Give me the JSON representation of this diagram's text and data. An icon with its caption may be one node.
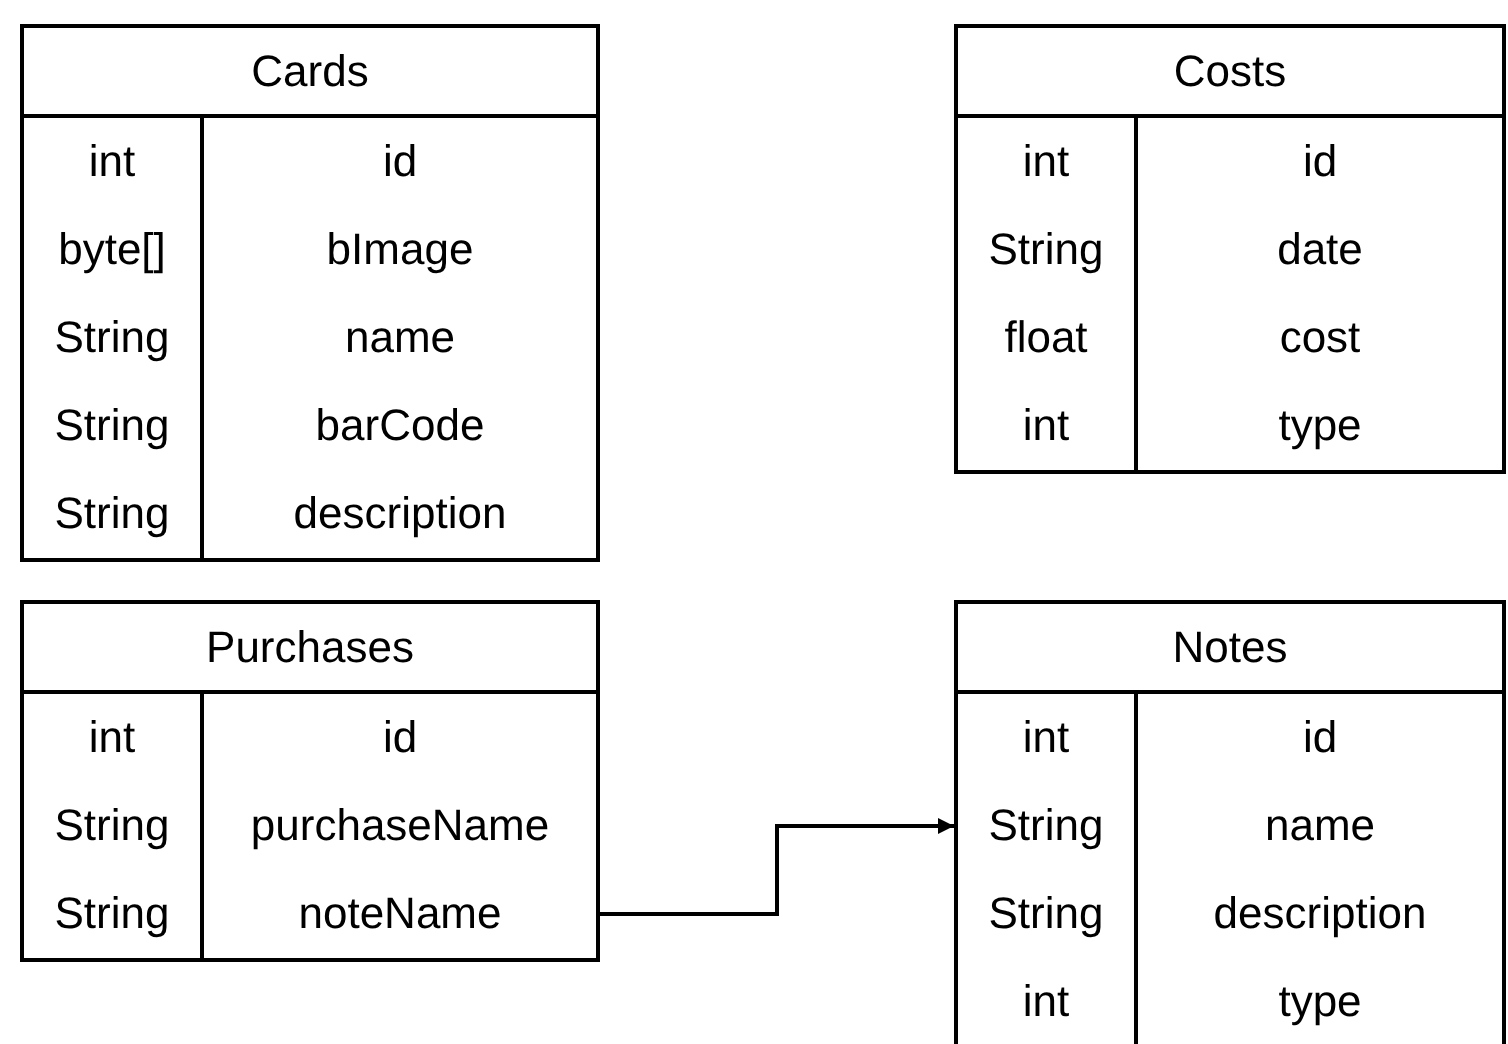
{
  "diagram": {
    "nodes": [
      {
        "text": [
          "Cards"
        ]
      },
      {
        "text": [
          "int",
          "id"
        ],
        "in": 0
      },
      {
        "text": [
          "byte[]",
          "bImage"
        ],
        "in": 0
      },
      {
        "text": [
          "String",
          "name"
        ],
        "in": 0
      },
      {
        "text": [
          "String",
          "barCode"
        ],
        "in": 0
      },
      {
        "text": [
          "String",
          "description"
        ],
        "in": 0
      },
      {
        "text": [
          "Costs"
        ]
      },
      {
        "text": [
          "int",
          "id"
        ],
        "in": 6
      },
      {
        "text": [
          "String",
          "date"
        ],
        "in": 6
      },
      {
        "text": [
          "float",
          "cost"
        ],
        "in": 6
      },
      {
        "text": [
          "int",
          "type"
        ],
        "in": 6
      },
      {
        "text": [
          "Purchases"
        ]
      },
      {
        "text": [
          "int",
          "id"
        ],
        "in": 11
      },
      {
        "text": [
          "String",
          "purchaseName"
        ],
        "in": 11
      },
      {
        "text": [
          "String",
          "noteName"
        ],
        "in": 11
      },
      {
        "text": [
          "Notes"
        ]
      },
      {
        "text": [
          "int",
          "id"
        ],
        "in": 15
      },
      {
        "text": [
          "String",
          "name"
        ],
        "in": 15
      },
      {
        "text": [
          "String",
          "description"
        ],
        "in": 15
      },
      {
        "text": [
          "int",
          "type"
        ],
        "in": 15
      }
    ],
    "edges": [
      {
        "from": 14,
        "to": 17,
        "arrow": "to"
      }
    ]
  }
}
